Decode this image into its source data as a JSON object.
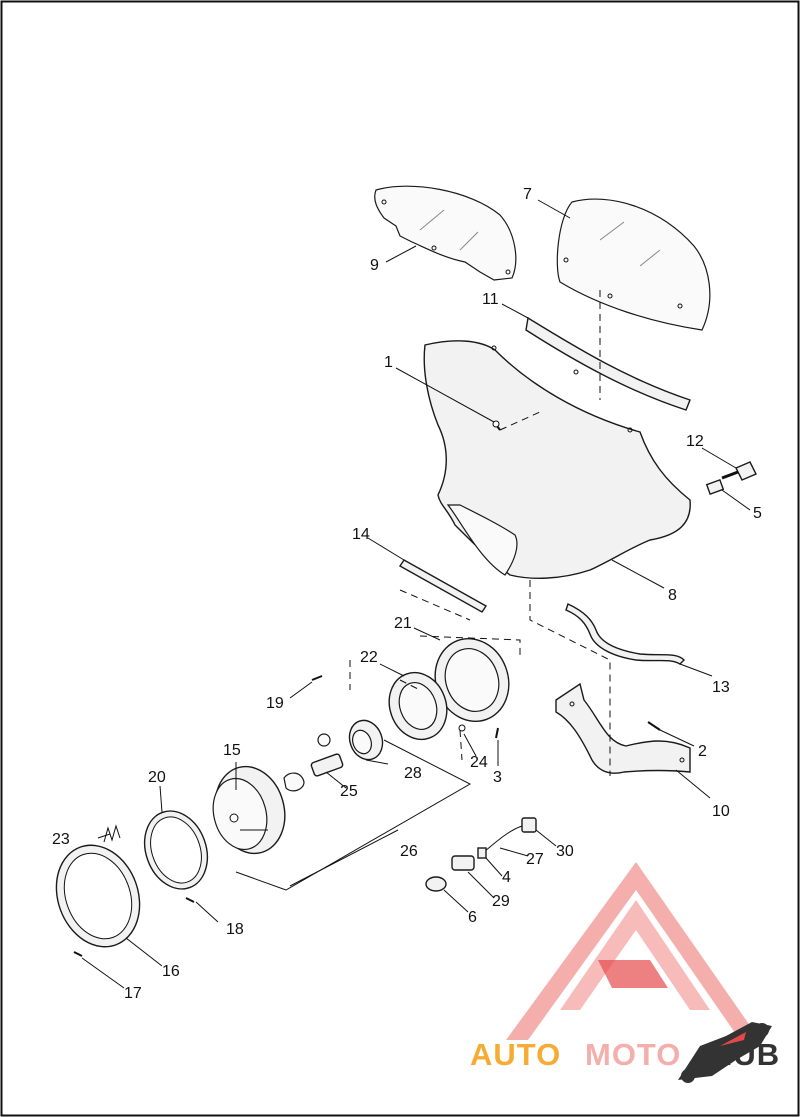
{
  "diagram": {
    "callouts": [
      "1",
      "2",
      "3",
      "4",
      "5",
      "6",
      "7",
      "8",
      "9",
      "10",
      "11",
      "12",
      "13",
      "14",
      "15",
      "16",
      "17",
      "18",
      "19",
      "20",
      "21",
      "22",
      "23",
      "24",
      "25",
      "26",
      "27",
      "28",
      "29",
      "30"
    ]
  },
  "watermark": {
    "brand_part1": "AUTO",
    "brand_part2": "MOTO",
    "brand_part3": "HUB",
    "colors": {
      "orange": "#f6a623",
      "red": "#e23a3a",
      "pink": "#f4a9a6",
      "dark": "#222222"
    }
  }
}
